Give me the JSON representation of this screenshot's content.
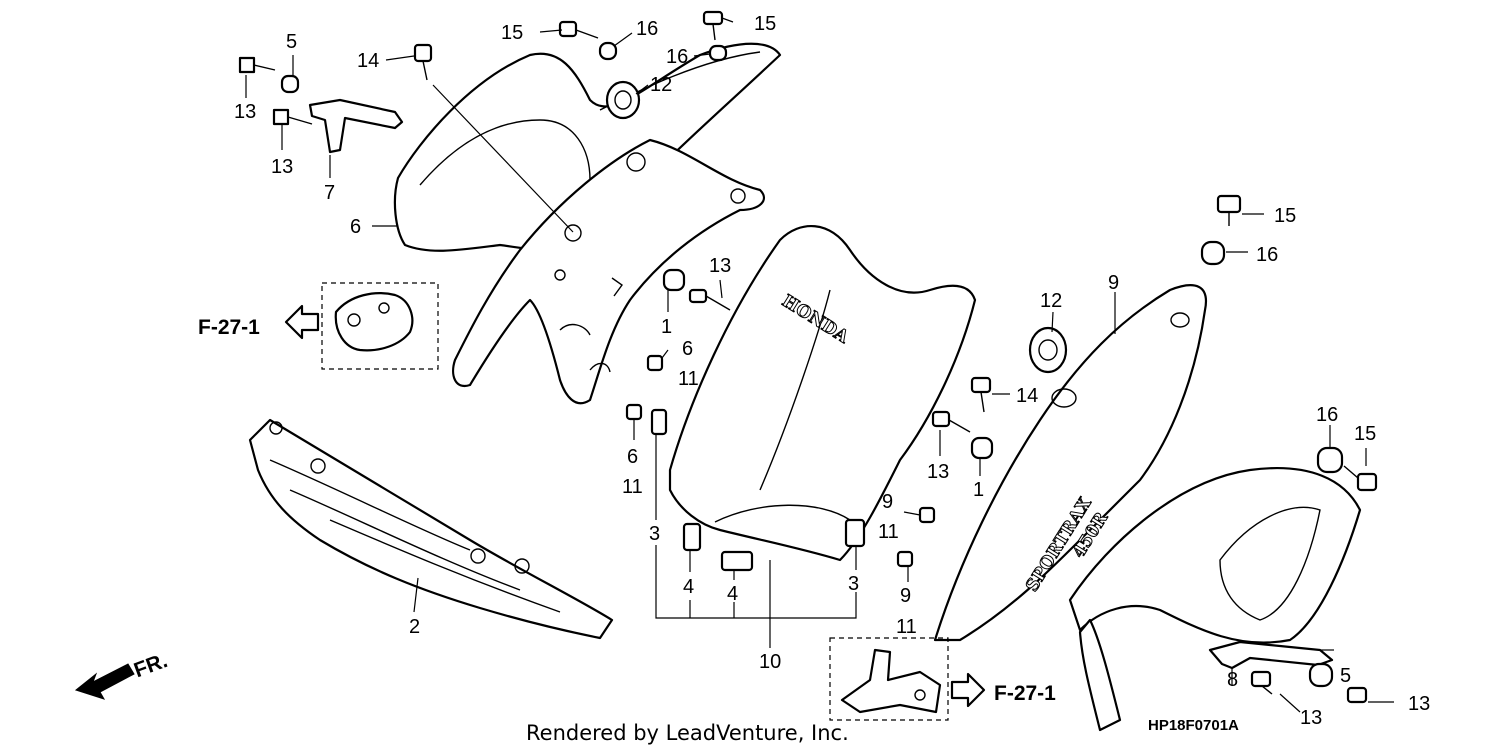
{
  "callouts": [
    {
      "id": "c1",
      "text": "15"
    },
    {
      "id": "c2",
      "text": "16"
    },
    {
      "id": "c3",
      "text": "15"
    },
    {
      "id": "c4",
      "text": "16"
    },
    {
      "id": "c5",
      "text": "5"
    },
    {
      "id": "c6",
      "text": "14"
    },
    {
      "id": "c7",
      "text": "13"
    },
    {
      "id": "c8",
      "text": "12"
    },
    {
      "id": "c9",
      "text": "13"
    },
    {
      "id": "c10",
      "text": "7"
    },
    {
      "id": "c11",
      "text": "6"
    },
    {
      "id": "c12",
      "text": "13"
    },
    {
      "id": "c13",
      "text": "1"
    },
    {
      "id": "c14",
      "text": "6"
    },
    {
      "id": "c15",
      "text": "11"
    },
    {
      "id": "c16",
      "text": "6"
    },
    {
      "id": "c17",
      "text": "11"
    },
    {
      "id": "c18",
      "text": "3"
    },
    {
      "id": "c19",
      "text": "4"
    },
    {
      "id": "c20",
      "text": "4"
    },
    {
      "id": "c21",
      "text": "3"
    },
    {
      "id": "c22",
      "text": "10"
    },
    {
      "id": "c23",
      "text": "2"
    },
    {
      "id": "c24",
      "text": "15"
    },
    {
      "id": "c25",
      "text": "16"
    },
    {
      "id": "c26",
      "text": "12"
    },
    {
      "id": "c27",
      "text": "9"
    },
    {
      "id": "c28",
      "text": "14"
    },
    {
      "id": "c29",
      "text": "13"
    },
    {
      "id": "c30",
      "text": "1"
    },
    {
      "id": "c31",
      "text": "9"
    },
    {
      "id": "c32",
      "text": "11"
    },
    {
      "id": "c33",
      "text": "9"
    },
    {
      "id": "c34",
      "text": "11"
    },
    {
      "id": "c35",
      "text": "16"
    },
    {
      "id": "c36",
      "text": "15"
    },
    {
      "id": "c37",
      "text": "5"
    },
    {
      "id": "c38",
      "text": "8"
    },
    {
      "id": "c39",
      "text": "13"
    },
    {
      "id": "c40",
      "text": "13"
    }
  ],
  "references": {
    "left": "F-27-1",
    "right": "F-27-1"
  },
  "direction_label": "FR.",
  "cowl_logo": "HONDA",
  "cover_logo": "SPORTRAX",
  "cover_model": "450R",
  "diagram_code": "HP18F0701A",
  "credit": "Rendered by LeadVenture, Inc."
}
